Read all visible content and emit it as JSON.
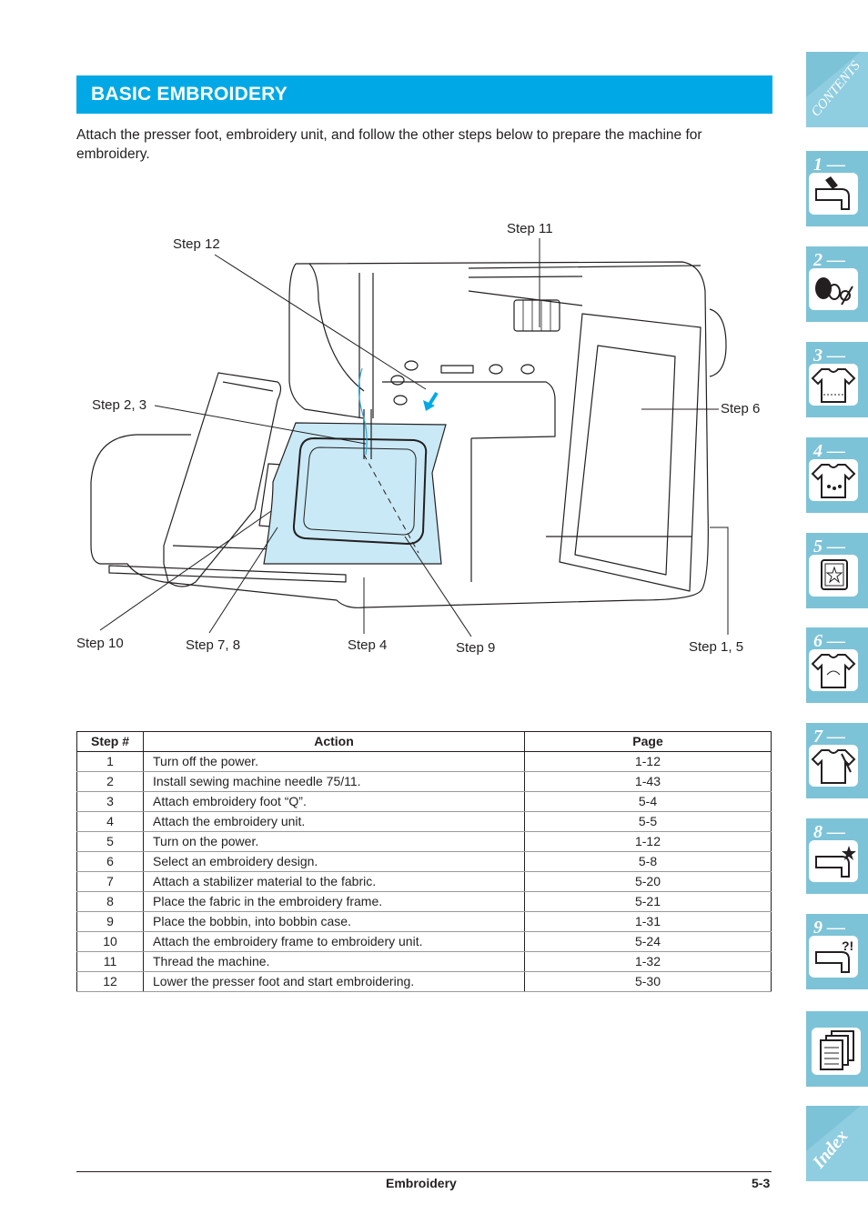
{
  "header": {
    "title": "BASIC EMBROIDERY"
  },
  "intro": "Attach the presser foot, embroidery unit, and follow the other steps below to prepare the machine for embroidery.",
  "diagram": {
    "labels": {
      "step12": "Step 12",
      "step11": "Step 11",
      "step23": "Step 2, 3",
      "step6": "Step 6",
      "step10": "Step 10",
      "step78": "Step 7, 8",
      "step4": "Step 4",
      "step9": "Step 9",
      "step15": "Step 1, 5"
    }
  },
  "table": {
    "headers": {
      "step": "Step #",
      "action": "Action",
      "page": "Page"
    },
    "rows": [
      {
        "step": "1",
        "action": "Turn off the power.",
        "page": "1-12"
      },
      {
        "step": "2",
        "action": "Install sewing machine needle 75/11.",
        "page": "1-43"
      },
      {
        "step": "3",
        "action": "Attach embroidery foot “Q”.",
        "page": "5-4"
      },
      {
        "step": "4",
        "action": "Attach the embroidery unit.",
        "page": "5-5"
      },
      {
        "step": "5",
        "action": "Turn on the power.",
        "page": "1-12"
      },
      {
        "step": "6",
        "action": "Select an embroidery design.",
        "page": "5-8"
      },
      {
        "step": "7",
        "action": "Attach a stabilizer material to the fabric.",
        "page": "5-20"
      },
      {
        "step": "8",
        "action": "Place the fabric in the embroidery frame.",
        "page": "5-21"
      },
      {
        "step": "9",
        "action": "Place the bobbin, into bobbin case.",
        "page": "1-31"
      },
      {
        "step": "10",
        "action": "Attach the embroidery frame to embroidery unit.",
        "page": "5-24"
      },
      {
        "step": "11",
        "action": "Thread the machine.",
        "page": "1-32"
      },
      {
        "step": "12",
        "action": "Lower the presser foot and start embroidering.",
        "page": "5-30"
      }
    ]
  },
  "footer": {
    "title": "Embroidery",
    "page": "5-3"
  },
  "sidebar": {
    "contents_label": "CONTENTS",
    "index_label": "Index",
    "tabs": [
      {
        "num": "1 —",
        "icon": "sewing-machine-hand-icon"
      },
      {
        "num": "2 —",
        "icon": "thread-spools-scissors-icon"
      },
      {
        "num": "3 —",
        "icon": "shirt-stitch-icon"
      },
      {
        "num": "4 —",
        "icon": "shirt-abc-icon"
      },
      {
        "num": "5 —",
        "icon": "embroidery-frame-icon"
      },
      {
        "num": "6 —",
        "icon": "shirt-design-icon"
      },
      {
        "num": "7 —",
        "icon": "shirt-tools-icon"
      },
      {
        "num": "8 —",
        "icon": "sewing-machine-sparkle-icon"
      },
      {
        "num": "9 —",
        "icon": "sewing-machine-question-icon"
      }
    ]
  },
  "colors": {
    "header_bar": "#00a9e6",
    "tab": "#7dc3d8",
    "fabric": "#c9e9f6"
  }
}
